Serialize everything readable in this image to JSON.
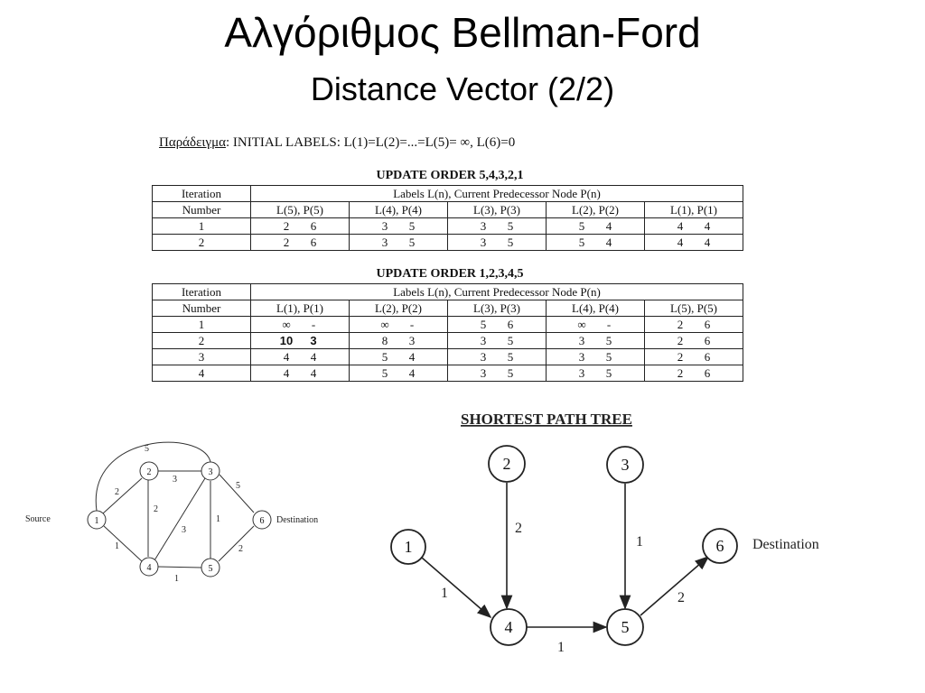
{
  "slide": {
    "title": "Αλγόριθμος Bellman-Ford",
    "subtitle": "Distance Vector (2/2)"
  },
  "example": {
    "label": "Παράδειγμα",
    "text": ":   INITIAL LABELS: L(1)=L(2)=...=L(5)= ∞, L(6)=0"
  },
  "table1": {
    "title": "UPDATE ORDER 5,4,3,2,1",
    "header_iter_1": "Iteration",
    "header_iter_2": "Number",
    "header_span": "Labels L(n), Current Predecessor Node P(n)",
    "columns": [
      "L(5), P(5)",
      "L(4), P(4)",
      "L(3), P(3)",
      "L(2), P(2)",
      "L(1), P(1)"
    ],
    "rows": [
      {
        "iteration": "1",
        "cells": [
          [
            "2",
            "6"
          ],
          [
            "3",
            "5"
          ],
          [
            "3",
            "5"
          ],
          [
            "5",
            "4"
          ],
          [
            "4",
            "4"
          ]
        ]
      },
      {
        "iteration": "2",
        "cells": [
          [
            "2",
            "6"
          ],
          [
            "3",
            "5"
          ],
          [
            "3",
            "5"
          ],
          [
            "5",
            "4"
          ],
          [
            "4",
            "4"
          ]
        ]
      }
    ]
  },
  "table2": {
    "title": "UPDATE ORDER 1,2,3,4,5",
    "header_iter_1": "Iteration",
    "header_iter_2": "Number",
    "header_span": "Labels L(n), Current Predecessor Node P(n)",
    "columns": [
      "L(1), P(1)",
      "L(2), P(2)",
      "L(3), P(3)",
      "L(4), P(4)",
      "L(5), P(5)"
    ],
    "rows": [
      {
        "iteration": "1",
        "cells": [
          [
            "∞",
            "-"
          ],
          [
            "∞",
            "-"
          ],
          [
            "5",
            "6"
          ],
          [
            "∞",
            "-"
          ],
          [
            "2",
            "6"
          ]
        ]
      },
      {
        "iteration": "2",
        "cells": [
          [
            "10",
            "3"
          ],
          [
            "8",
            "3"
          ],
          [
            "3",
            "5"
          ],
          [
            "3",
            "5"
          ],
          [
            "2",
            "6"
          ]
        ]
      },
      {
        "iteration": "3",
        "cells": [
          [
            "4",
            "4"
          ],
          [
            "5",
            "4"
          ],
          [
            "3",
            "5"
          ],
          [
            "3",
            "5"
          ],
          [
            "2",
            "6"
          ]
        ]
      },
      {
        "iteration": "4",
        "cells": [
          [
            "4",
            "4"
          ],
          [
            "5",
            "4"
          ],
          [
            "3",
            "5"
          ],
          [
            "3",
            "5"
          ],
          [
            "2",
            "6"
          ]
        ]
      }
    ]
  },
  "network": {
    "source_label": "Source",
    "destination_label": "Destination",
    "nodes": [
      "1",
      "2",
      "3",
      "4",
      "5",
      "6"
    ],
    "edges": [
      {
        "from": "1",
        "to": "2",
        "weight": "2"
      },
      {
        "from": "1",
        "to": "3",
        "weight": "5"
      },
      {
        "from": "1",
        "to": "4",
        "weight": "1"
      },
      {
        "from": "2",
        "to": "3",
        "weight": "3"
      },
      {
        "from": "2",
        "to": "4",
        "weight": "2"
      },
      {
        "from": "3",
        "to": "4",
        "weight": "3"
      },
      {
        "from": "3",
        "to": "5",
        "weight": "1"
      },
      {
        "from": "3",
        "to": "6",
        "weight": "5"
      },
      {
        "from": "4",
        "to": "5",
        "weight": "1"
      },
      {
        "from": "5",
        "to": "6",
        "weight": "2"
      }
    ]
  },
  "tree": {
    "title": "SHORTEST PATH TREE",
    "destination_label": "Destination",
    "nodes": [
      "1",
      "2",
      "3",
      "4",
      "5",
      "6"
    ],
    "edges": [
      {
        "from": "2",
        "to": "4",
        "weight": "2"
      },
      {
        "from": "1",
        "to": "4",
        "weight": "1"
      },
      {
        "from": "4",
        "to": "5",
        "weight": "1"
      },
      {
        "from": "3",
        "to": "5",
        "weight": "1"
      },
      {
        "from": "5",
        "to": "6",
        "weight": "2"
      }
    ]
  }
}
